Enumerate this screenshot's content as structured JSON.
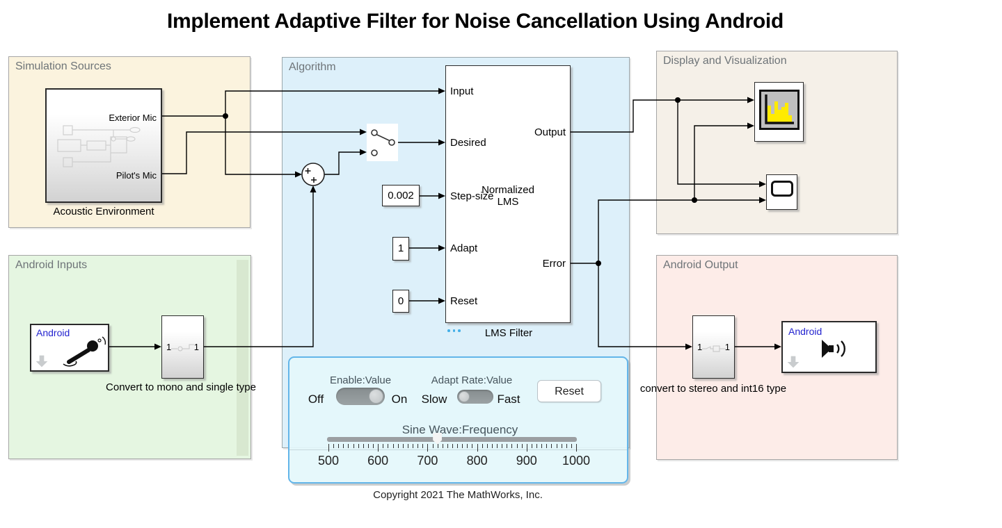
{
  "title": "Implement Adaptive Filter for Noise Cancellation Using Android",
  "copyright": "Copyright 2021 The MathWorks, Inc.",
  "regions": {
    "simulation_sources": "Simulation Sources",
    "algorithm": "Algorithm",
    "display": "Display and Visualization",
    "android_inputs": "Android Inputs",
    "android_output": "Android Output"
  },
  "acoustic": {
    "caption": "Acoustic Environment",
    "port_exterior": "Exterior Mic",
    "port_pilot": "Pilot's Mic"
  },
  "lms": {
    "caption": "LMS Filter",
    "center": [
      "Normalized",
      "LMS"
    ],
    "inputs": [
      "Input",
      "Desired",
      "Step-size",
      "Adapt",
      "Reset"
    ],
    "outputs": [
      "Output",
      "Error"
    ]
  },
  "constants": {
    "step_size": "0.002",
    "adapt": "1",
    "reset": "0"
  },
  "android_mic": {
    "brand": "Android"
  },
  "convert_mono": {
    "caption": "Convert to mono and single type",
    "port_in": "1",
    "port_out": "1"
  },
  "convert_stereo": {
    "caption": "convert to stereo and int16 type",
    "port_in": "1",
    "port_out": "1"
  },
  "android_speaker": {
    "brand": "Android"
  },
  "dashboard": {
    "enable": {
      "label": "Enable:Value",
      "left": "Off",
      "right": "On",
      "state": "on"
    },
    "adapt_rate": {
      "label": "Adapt Rate:Value",
      "left": "Slow",
      "right": "Fast",
      "state": "slow"
    },
    "reset_label": "Reset",
    "slider": {
      "label": "Sine Wave:Frequency",
      "min": 500,
      "max": 1000,
      "value": 720,
      "minor_step": 10,
      "major_ticks": [
        "500",
        "600",
        "700",
        "800",
        "900",
        "1000"
      ]
    }
  },
  "colors": {
    "android_text": "#2323cf",
    "panel_border": "#62b5e9",
    "spectrum_bars": "#ffeb00",
    "badge_dots": "#45b0e8",
    "region_simulation": "#fbf3de",
    "region_algorithm": "#ddf0fa",
    "region_display": "#f5f0e8",
    "region_inputs": "#e5f6e1",
    "region_output": "#fdece8"
  }
}
